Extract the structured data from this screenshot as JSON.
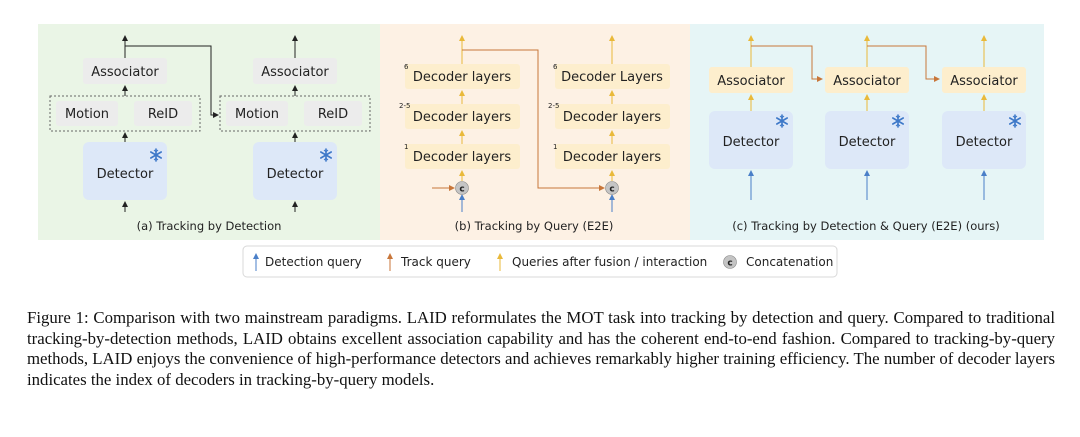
{
  "panels": {
    "a": {
      "caption": "(a) Tracking by Detection",
      "associator": "Associator",
      "motion": "Motion",
      "reid": "ReID",
      "detector": "Detector"
    },
    "b": {
      "caption": "(b) Tracking by Query (E2E)",
      "layer_top": "Decoder layers",
      "layer_top_right": "Decoder Layers",
      "layer_mid": "Decoder layers",
      "layer_bottom": "Decoder layers",
      "idx_top": "6",
      "idx_mid": "2-5",
      "idx_bottom": "1",
      "concat_symbol": "c"
    },
    "c": {
      "caption": "(c) Tracking by Detection & Query  (E2E) (ours)",
      "associator": "Associator",
      "detector": "Detector"
    }
  },
  "legend": {
    "detection_query": "Detection query",
    "track_query": "Track query",
    "fused_queries": "Queries after fusion / interaction",
    "concatenation": "Concatenation",
    "concat_symbol": "c"
  },
  "colors": {
    "panel_a_bg": "#eaf5e6",
    "panel_b_bg": "#fdf1e4",
    "panel_c_bg": "#e6f5f6",
    "detector_fill": "#dde8f8",
    "decoder_fill": "#fdeecd",
    "gray_box": "#ececec",
    "detection_arrow": "#4a7fc8",
    "track_arrow": "#c8763a",
    "fused_arrow": "#e9b93a",
    "snowflake": "#3d78c8"
  },
  "icons": [
    "snowflake-icon",
    "concat-icon",
    "arrow-icon"
  ],
  "caption": "Figure 1: Comparison with two mainstream paradigms. LAID reformulates the MOT task into tracking by detection and query. Compared to traditional tracking-by-detection methods, LAID obtains excellent association capability and has the coherent end-to-end fashion. Compared to tracking-by-query methods, LAID enjoys the convenience of high-performance detectors and achieves remarkably higher training efficiency. The number of decoder layers indicates the index of decoders in tracking-by-query models."
}
